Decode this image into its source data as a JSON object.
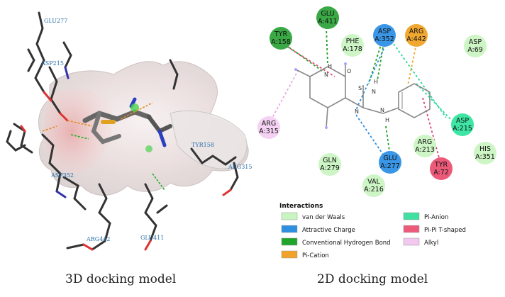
{
  "captions": {
    "left": "3D docking model",
    "right": "2D docking model"
  },
  "labels_3d": [
    "GLU277",
    "ASP215",
    "TYR158",
    "ARG315",
    "ASP352",
    "ARG442",
    "GLU411"
  ],
  "residues": [
    {
      "name": "TYR",
      "chain": "A:158",
      "type": "hbond"
    },
    {
      "name": "GLU",
      "chain": "A:411",
      "type": "hbond"
    },
    {
      "name": "PHE",
      "chain": "A:178",
      "type": "vdw"
    },
    {
      "name": "ASP",
      "chain": "A:352",
      "type": "charge"
    },
    {
      "name": "ARG",
      "chain": "A:442",
      "type": "cation"
    },
    {
      "name": "ASP",
      "chain": "A:69",
      "type": "vdw"
    },
    {
      "name": "ARG",
      "chain": "A:315",
      "type": "alkyl"
    },
    {
      "name": "ASP",
      "chain": "A:215",
      "type": "anion"
    },
    {
      "name": "HIS",
      "chain": "A:351",
      "type": "vdw"
    },
    {
      "name": "ARG",
      "chain": "A:213",
      "type": "vdw"
    },
    {
      "name": "GLN",
      "chain": "A:279",
      "type": "vdw"
    },
    {
      "name": "GLU",
      "chain": "A:277",
      "type": "charge"
    },
    {
      "name": "TYR",
      "chain": "A:72",
      "type": "pipi"
    },
    {
      "name": "VAL",
      "chain": "A:216",
      "type": "vdw"
    }
  ],
  "atoms": {
    "h": "H",
    "o": "O",
    "n": "N",
    "s": "S"
  },
  "legend": {
    "title": "Interactions",
    "items": [
      {
        "label": "van der Waals",
        "color": "#c8f5c0"
      },
      {
        "label": "Attractive Charge",
        "color": "#2e8fe0"
      },
      {
        "label": "Conventional Hydrogen Bond",
        "color": "#1fa62a"
      },
      {
        "label": "Pi-Cation",
        "color": "#f0a328"
      },
      {
        "label": "Pi-Anion",
        "color": "#3fe0a0"
      },
      {
        "label": "Pi-Pi T-shaped",
        "color": "#ec5a7a"
      },
      {
        "label": "Alkyl",
        "color": "#f3c8f0"
      }
    ]
  },
  "colors": {
    "vdw": "#c8f5c0",
    "charge": "#3a96e6",
    "hbond": "#2aa835",
    "cation": "#f0a830",
    "anion": "#3ee6a4",
    "pipi": "#ec5a7a",
    "alkyl": "#f5d2f3"
  }
}
